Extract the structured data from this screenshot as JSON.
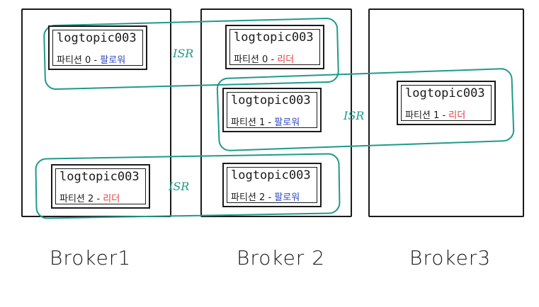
{
  "diagram": {
    "brokers": [
      {
        "label": "Broker1"
      },
      {
        "label": "Broker 2"
      },
      {
        "label": "Broker3"
      }
    ],
    "isr_label": "ISR",
    "partitions": [
      {
        "topic": "logtopic003",
        "partition": "파티션 0",
        "dash": "-",
        "role": "팔로워"
      },
      {
        "topic": "logtopic003",
        "partition": "파티션 0",
        "dash": "-",
        "role": "리더"
      },
      {
        "topic": "logtopic003",
        "partition": "파티션 1",
        "dash": "-",
        "role": "팔로워"
      },
      {
        "topic": "logtopic003",
        "partition": "파티션 1",
        "dash": "-",
        "role": "리더"
      },
      {
        "topic": "logtopic003",
        "partition": "파티션 2",
        "dash": "-",
        "role": "리더"
      },
      {
        "topic": "logtopic003",
        "partition": "파티션 2",
        "dash": "-",
        "role": "팔로워"
      }
    ],
    "colors": {
      "isr": "#1f9a8a",
      "leader": "#e53b3b",
      "follower": "#2f47c7",
      "ink": "#1a1a1a"
    }
  }
}
